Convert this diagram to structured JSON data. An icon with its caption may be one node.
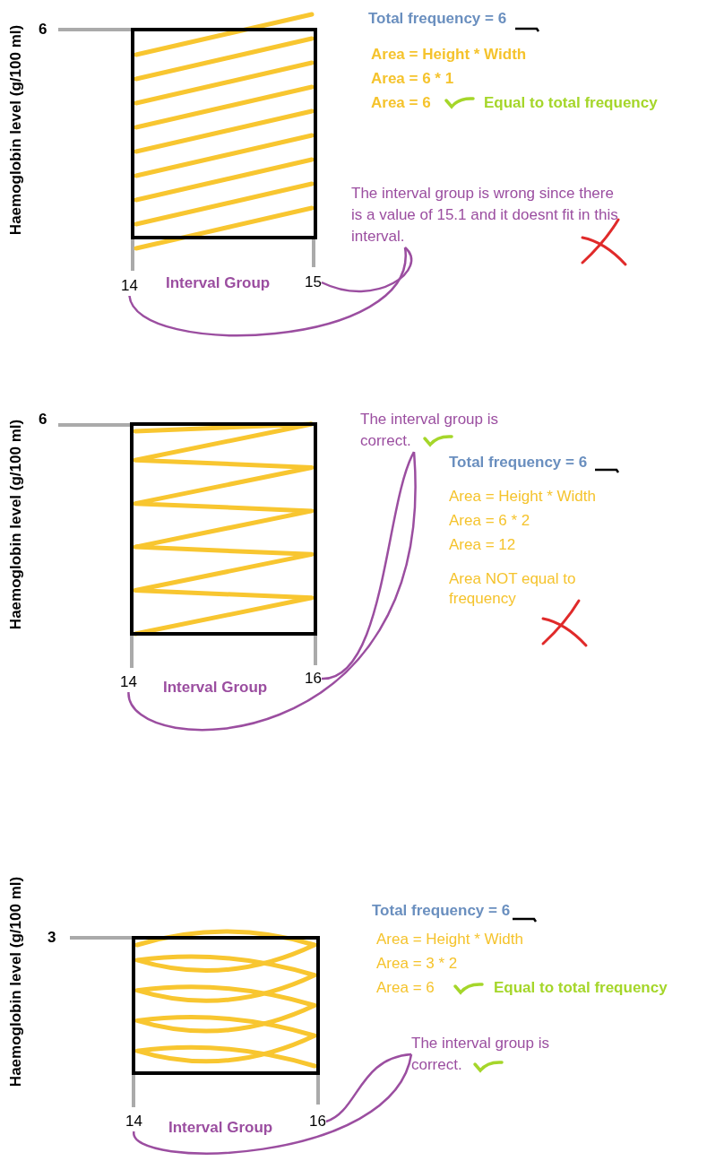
{
  "diagram": {
    "nodes": [
      {
        "text": [
          "The interval group is wrong since there is a value of 15.1 and it doesnt fit in this interval."
        ]
      },
      {
        "text": [
          "14"
        ]
      },
      {
        "text": [
          "15"
        ]
      },
      {
        "text": [
          "The interval group is correct."
        ]
      },
      {
        "text": [
          "14"
        ]
      },
      {
        "text": [
          "16"
        ]
      },
      {
        "text": [
          "The interval group is correct."
        ]
      },
      {
        "text": [
          "14"
        ]
      },
      {
        "text": [
          "16"
        ]
      }
    ],
    "edges": [
      {
        "from": 1,
        "to": 0,
        "arrow": "none",
        "color": "#9b4ea0"
      },
      {
        "from": 2,
        "to": 0,
        "arrow": "none",
        "color": "#9b4ea0"
      },
      {
        "from": 4,
        "to": 3,
        "arrow": "none",
        "color": "#9b4ea0"
      },
      {
        "from": 5,
        "to": 3,
        "arrow": "none",
        "color": "#9b4ea0"
      },
      {
        "from": 7,
        "to": 6,
        "arrow": "none",
        "color": "#9b4ea0"
      },
      {
        "from": 8,
        "to": 6,
        "arrow": "none",
        "color": "#9b4ea0"
      }
    ],
    "labels": [
      "6",
      "Total frequency = 6",
      "Area = Height * Width",
      "Area = 6 * 1",
      "Area = 6",
      "Equal to total frequency",
      "Haemoglobin level (g/100 ml)",
      "Interval Group",
      "6",
      "Total frequency = 6",
      "Area = Height * Width",
      "Area = 6 * 2",
      "Area = 12",
      "Area NOT equal to frequency",
      "Haemoglobin level (g/100 ml)",
      "Interval Group",
      "Haemoglobin level (g/100 ml)",
      "Total frequency = 6",
      "Area = Height * Width",
      "Area = 3 * 2",
      "Area = 6",
      "Equal to total frequency",
      "3",
      "Interval Group"
    ]
  }
}
